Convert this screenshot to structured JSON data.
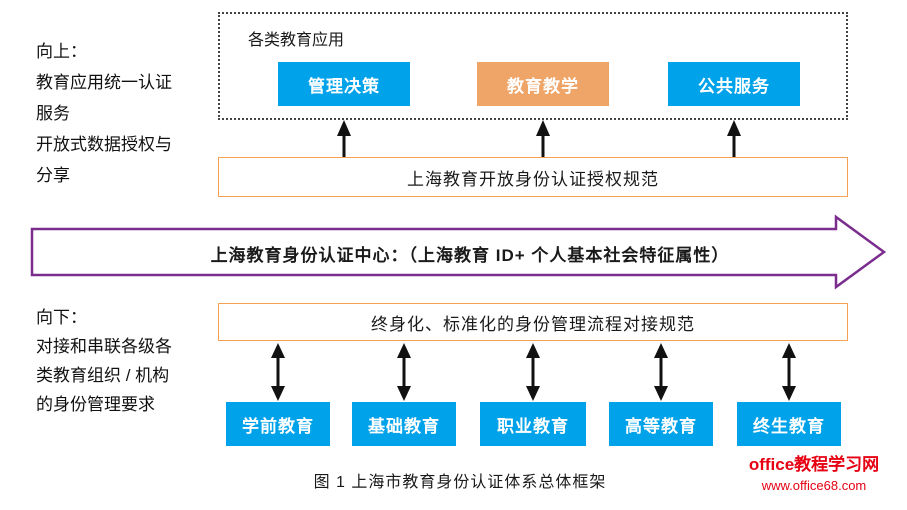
{
  "labels": {
    "up": "向上：\n 教育应用统一认证\n服务\n 开放式数据授权与\n分享",
    "down": "向下：\n对接和串联各级各\n类教育组织 / 机构\n的身份管理要求"
  },
  "top": {
    "title": "各类教育应用",
    "apps": [
      {
        "label": "管理决策",
        "color": "#00a2e9"
      },
      {
        "label": "教育教学",
        "color": "#efa468"
      },
      {
        "label": "公共服务",
        "color": "#00a2e9"
      }
    ]
  },
  "auth_spec": "上海教育开放身份认证授权规范",
  "center_text": "上海教育身份认证中心：（上海教育 ID+ 个人基本社会特征属性）",
  "manage_spec": "终身化、标准化的身份管理流程对接规范",
  "bottom_boxes": [
    "学前教育",
    "基础教育",
    "职业教育",
    "高等教育",
    "终生教育"
  ],
  "caption": "图 1 上海市教育身份认证体系总体框架",
  "watermark": {
    "line1": "office教程学习网",
    "line2": "www.office68.com"
  },
  "colors": {
    "blue": "#00a2e9",
    "orange_fill": "#efa468",
    "orange_border": "#f5a153",
    "purple": "#7b2d8e",
    "red": "#e60012",
    "arrow_black": "#111111"
  }
}
